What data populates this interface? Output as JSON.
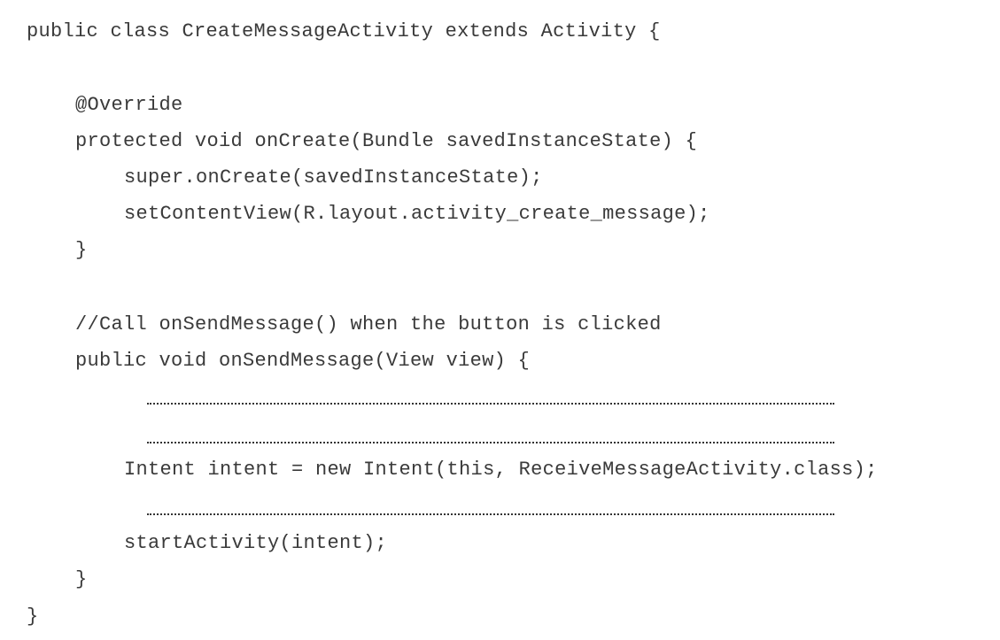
{
  "code": {
    "class_decl": "public class CreateMessageActivity extends Activity {",
    "override": "@Override",
    "on_create_sig": "protected void onCreate(Bundle savedInstanceState) {",
    "super_call": "super.onCreate(savedInstanceState);",
    "set_content": "setContentView(R.layout.activity_create_message);",
    "close_method_1": "}",
    "comment": "//Call onSendMessage() when the button is clicked",
    "on_send_sig": "public void onSendMessage(View view) {",
    "intent_line": "Intent intent = new Intent(this, ReceiveMessageActivity.class);",
    "start_activity": "startActivity(intent);",
    "close_method_2": "}",
    "close_class": "}"
  }
}
